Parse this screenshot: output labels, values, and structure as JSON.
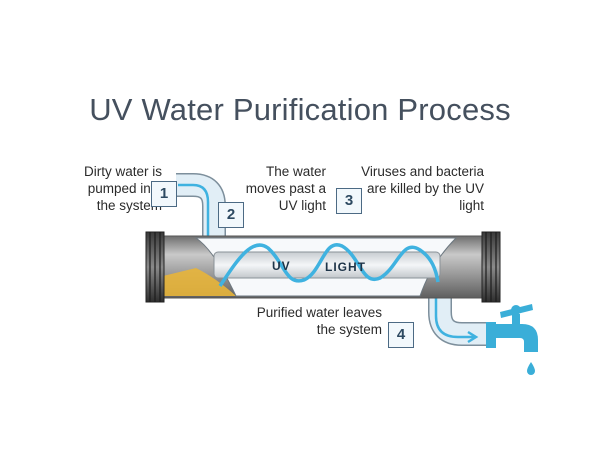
{
  "title": "UV Water Purification Process",
  "captions": {
    "step1": [
      "Dirty water is",
      "pumped into",
      "the system"
    ],
    "step2": [
      "The water",
      "moves past a",
      "UV light"
    ],
    "step3": [
      "Viruses and bacteria",
      "are killed by the UV",
      "light"
    ],
    "step4": [
      "Purified water leaves",
      "the system"
    ]
  },
  "steps": [
    "1",
    "2",
    "3",
    "4"
  ],
  "uv_label": [
    "UV",
    "LIGHT"
  ],
  "colors": {
    "pipe": "#dcecf6",
    "water": "#3fb2e0",
    "dirty_water": "#e8b53a",
    "chamber_metal": "#9a9a9a",
    "faucet": "#3aaed8",
    "text": "#2b2b2b"
  },
  "icons": [
    "faucet-icon",
    "water-drop-icon"
  ]
}
